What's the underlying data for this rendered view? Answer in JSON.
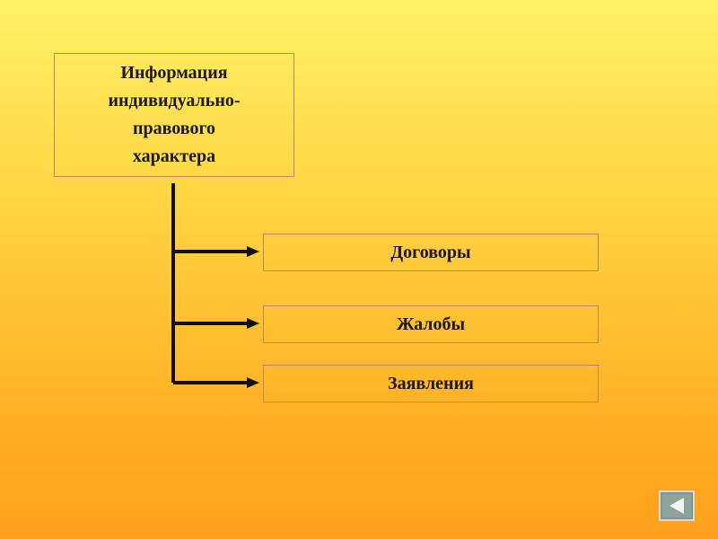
{
  "diagram": {
    "root": {
      "lines": [
        "Информация",
        "индивидуально-",
        "правового",
        "характера"
      ]
    },
    "children": [
      {
        "label": "Договоры"
      },
      {
        "label": "Жалобы"
      },
      {
        "label": "Заявления"
      }
    ]
  },
  "navigation": {
    "back_icon": "triangle-left-icon"
  },
  "colors": {
    "background_top": "#fff266",
    "background_bottom": "#ff9f1d",
    "box_border": "#b88a63",
    "text": "#1a1a1a",
    "connector": "#111111",
    "nav_button": "#8da39b"
  }
}
